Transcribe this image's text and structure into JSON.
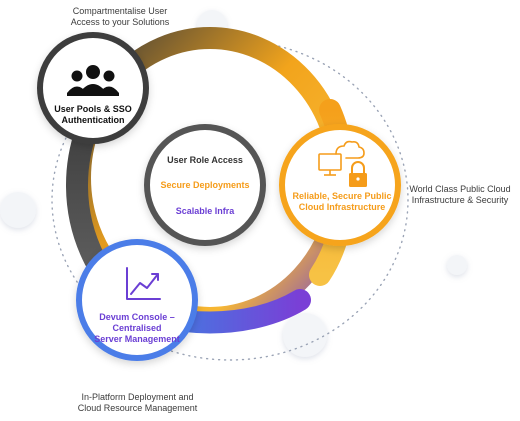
{
  "labels": {
    "top_caption": [
      "Compartmentalise User",
      "Access to your Solutions"
    ],
    "right_caption": [
      "World Class Public Cloud",
      "Infrastructure & Security"
    ],
    "bottom_caption": [
      "In-Platform Deployment and",
      "Cloud Resource Management"
    ]
  },
  "nodes": {
    "user_pools": [
      "User Pools & SSO",
      "Authentication"
    ],
    "cloud_infra": [
      "Reliable, Secure Public",
      "Cloud Infrastructure"
    ],
    "console": [
      "Devum Console –",
      "Centralised",
      "Server Management"
    ]
  },
  "center": {
    "line1": "User Role Access",
    "line2": "Secure Deployments",
    "line3": "Scalable Infra"
  },
  "colors": {
    "ring_dark": "#4a4a4a",
    "ring_orange": "#f7a51f",
    "ring_purple": "#6a3fd6",
    "ring_blue": "#2f8fe6",
    "accent_orange": "#f59c1a",
    "accent_purple": "#6b3fd4"
  },
  "icons": [
    "users-icon",
    "monitor-cloud-icon",
    "lock-icon",
    "chart-trend-icon"
  ]
}
